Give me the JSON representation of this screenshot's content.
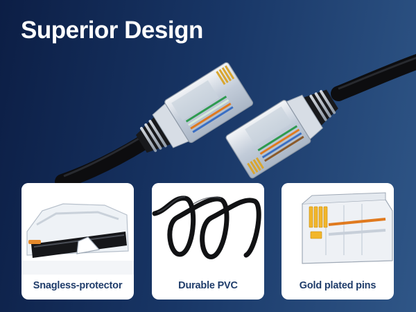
{
  "headline": "Superior Design",
  "features": [
    {
      "label": "Snagless-protector",
      "icon": "snagless-boot-closeup"
    },
    {
      "label": "Durable PVC",
      "icon": "coiled-black-cable"
    },
    {
      "label": "Gold plated pins",
      "icon": "gold-pins-connector"
    }
  ],
  "colors": {
    "background_dark": "#0c1e45",
    "background_light": "#2f5687",
    "caption_text": "#1f3c6a",
    "gold_pin": "#f2b62b"
  }
}
